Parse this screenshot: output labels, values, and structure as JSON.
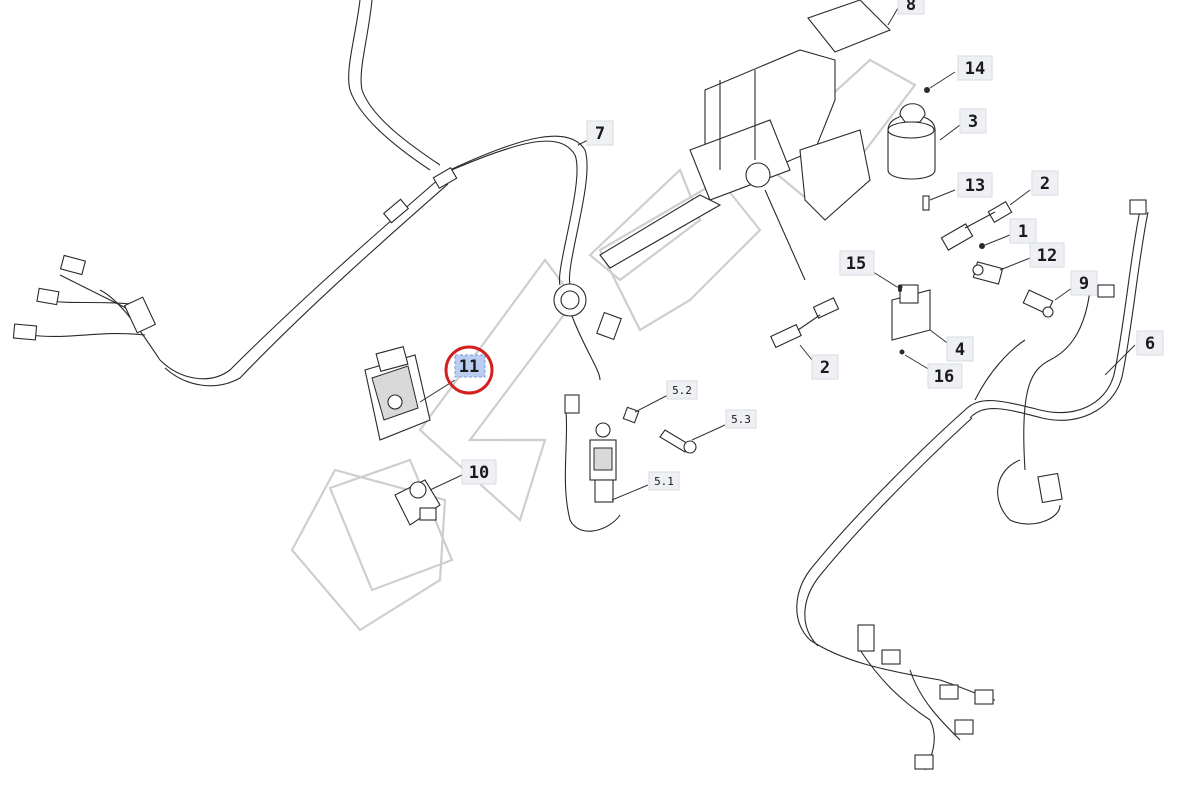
{
  "diagram": {
    "callouts": [
      {
        "id": "c1",
        "label": "1"
      },
      {
        "id": "c2a",
        "label": "2"
      },
      {
        "id": "c2b",
        "label": "2"
      },
      {
        "id": "c3",
        "label": "3"
      },
      {
        "id": "c4",
        "label": "4"
      },
      {
        "id": "c5_1",
        "label": "5.1"
      },
      {
        "id": "c5_2",
        "label": "5.2"
      },
      {
        "id": "c5_3",
        "label": "5.3"
      },
      {
        "id": "c6",
        "label": "6"
      },
      {
        "id": "c7",
        "label": "7"
      },
      {
        "id": "c8",
        "label": "8"
      },
      {
        "id": "c9",
        "label": "9"
      },
      {
        "id": "c10",
        "label": "10"
      },
      {
        "id": "c11",
        "label": "11"
      },
      {
        "id": "c12",
        "label": "12"
      },
      {
        "id": "c13",
        "label": "13"
      },
      {
        "id": "c14",
        "label": "14"
      },
      {
        "id": "c15",
        "label": "15"
      },
      {
        "id": "c16",
        "label": "16"
      }
    ],
    "selected_callout": "11",
    "highlight_color": "#d21f1f",
    "selection_color": "#b9cdf0"
  }
}
